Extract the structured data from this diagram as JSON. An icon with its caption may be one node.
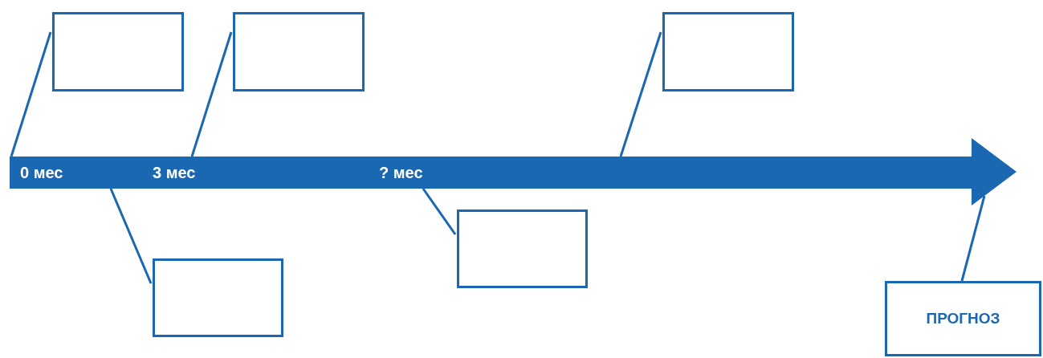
{
  "diagram": {
    "nodes": [
      {
        "text": [],
        "shape": "box"
      },
      {
        "text": [],
        "shape": "box"
      },
      {
        "text": [],
        "shape": "box"
      },
      {
        "text": [
          "0 мес",
          "3 мес",
          "? мес"
        ]
      },
      {
        "text": [],
        "shape": "box"
      },
      {
        "text": [],
        "shape": "box"
      },
      {
        "text": [
          "ПРОГНОЗ"
        ]
      }
    ],
    "edges": [
      {
        "from": 0,
        "to": 3,
        "arrow": "none"
      },
      {
        "from": 1,
        "to": 3,
        "arrow": "none"
      },
      {
        "from": 2,
        "to": 3,
        "arrow": "none"
      },
      {
        "from": 5,
        "to": 3,
        "arrow": "none"
      },
      {
        "from": 4,
        "to": 3,
        "arrow": "none"
      },
      {
        "from": 6,
        "to": 3,
        "arrow": "none"
      }
    ]
  }
}
